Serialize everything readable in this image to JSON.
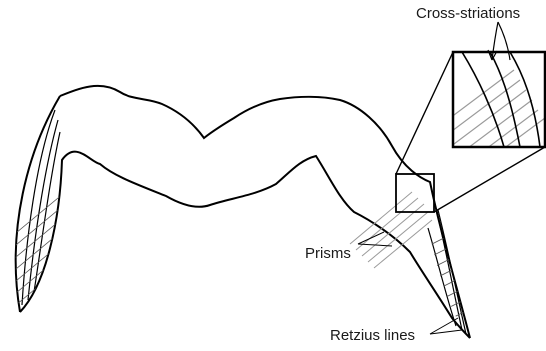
{
  "labels": {
    "cross_striations": "Cross-striations",
    "prisms": "Prisms",
    "retzius_lines": "Retzius lines"
  },
  "colors": {
    "ink": "#000000",
    "hatch": "#9a9a9a",
    "background": "#ffffff"
  }
}
